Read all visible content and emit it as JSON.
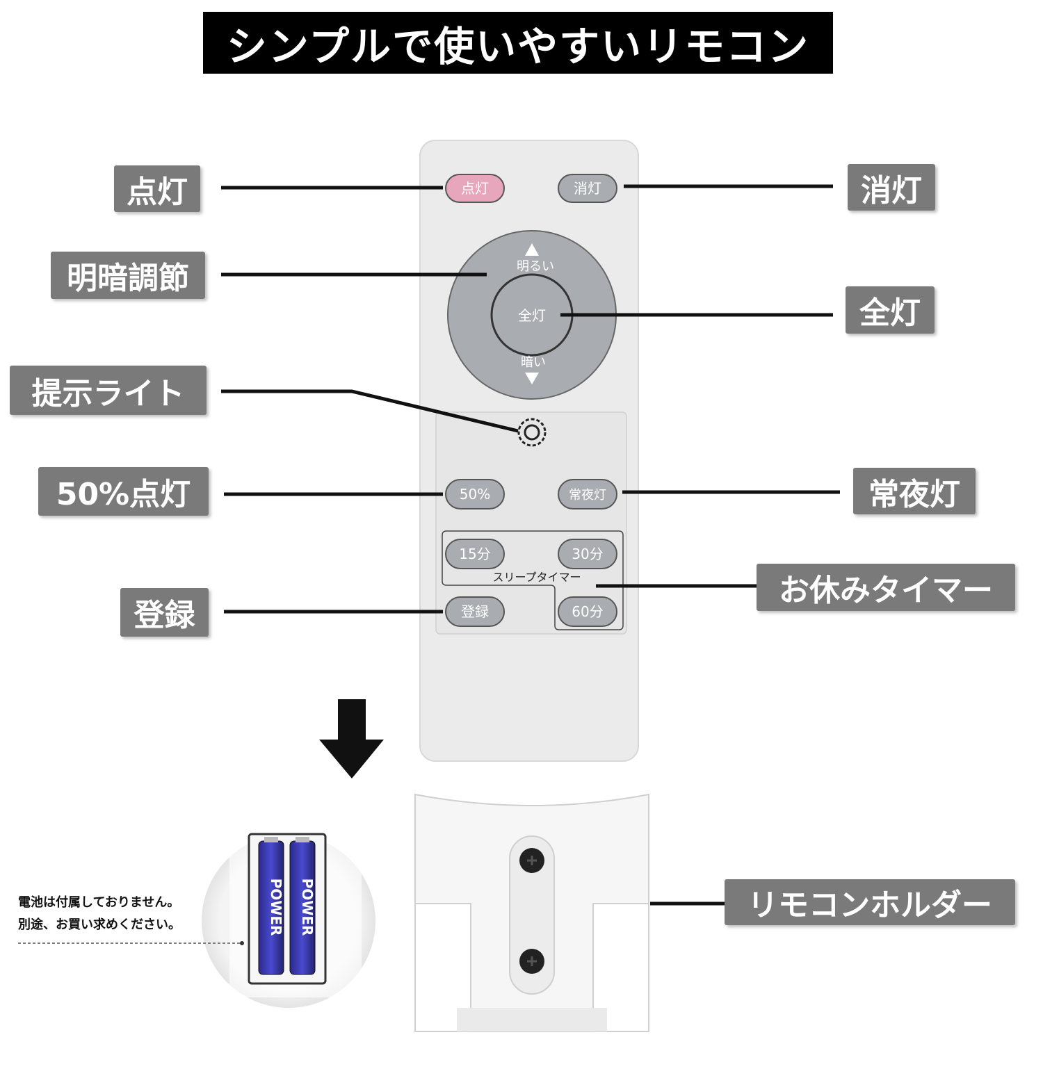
{
  "title": "シンプルで使いやすいリモコン",
  "callouts": {
    "light_on": "点灯",
    "light_off": "消灯",
    "dimming": "明暗調節",
    "full_light": "全灯",
    "indicator": "提示ライト",
    "half_light": "50%点灯",
    "night_light": "常夜灯",
    "register": "登録",
    "sleep_timer": "お休みタイマー",
    "holder": "リモコンホルダー"
  },
  "remote": {
    "btn_on": "点灯",
    "btn_off": "消灯",
    "brighter": "明るい",
    "darker": "暗い",
    "btn_full": "全灯",
    "btn_50": "50%",
    "btn_night": "常夜灯",
    "btn_15": "15分",
    "btn_30": "30分",
    "btn_60": "60分",
    "btn_register": "登録",
    "sleep_timer_label": "スリープタイマー"
  },
  "battery": {
    "brand": "POWER",
    "note_line1": "電池は付属しておりません。",
    "note_line2": "別途、お買い求めください。"
  },
  "colors": {
    "on_button": "#e8a6bd",
    "grey_button": "#a9adb1",
    "remote_body": "#ebebeb",
    "callout_bg": "#7a7a7a"
  }
}
